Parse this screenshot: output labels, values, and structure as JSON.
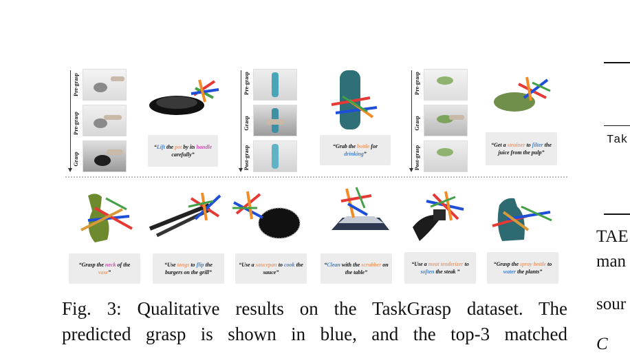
{
  "figure": {
    "stage_labels": {
      "pot": [
        "Pre-grasp",
        "Pre-grasp",
        "Grasp"
      ],
      "bottle": [
        "Pre-grasp",
        "Grasp",
        "Post-grasp"
      ],
      "strainer": [
        "Pre-grasp",
        "Grasp",
        "Post-grasp"
      ]
    },
    "captions_top": [
      {
        "parts": [
          {
            "t": "“"
          },
          {
            "t": "Lift",
            "c": "blue"
          },
          {
            "t": " the "
          },
          {
            "t": "pot",
            "c": "orange"
          },
          {
            "t": " by its "
          },
          {
            "t": "handle",
            "c": "pink"
          },
          {
            "t": " carefully”"
          }
        ]
      },
      {
        "parts": [
          {
            "t": "“Grab the "
          },
          {
            "t": "bottle",
            "c": "orange"
          },
          {
            "t": " for "
          },
          {
            "t": "drinking",
            "c": "blue"
          },
          {
            "t": "”"
          }
        ]
      },
      {
        "parts": [
          {
            "t": "“Get a "
          },
          {
            "t": "strainer",
            "c": "orange"
          },
          {
            "t": " to "
          },
          {
            "t": "filter",
            "c": "blue"
          },
          {
            "t": " the juice from the pulp”"
          }
        ]
      }
    ],
    "captions_bottom": [
      {
        "parts": [
          {
            "t": "“Grasp the "
          },
          {
            "t": "neck",
            "c": "pink"
          },
          {
            "t": " of the "
          },
          {
            "t": "vase",
            "c": "orange"
          },
          {
            "t": "”"
          }
        ]
      },
      {
        "parts": [
          {
            "t": "“Use "
          },
          {
            "t": "tongs",
            "c": "orange"
          },
          {
            "t": " to "
          },
          {
            "t": "flip",
            "c": "blue"
          },
          {
            "t": " the burgers on the grill”"
          }
        ]
      },
      {
        "parts": [
          {
            "t": "“Use a "
          },
          {
            "t": "saucepan",
            "c": "orange"
          },
          {
            "t": " to "
          },
          {
            "t": "cook",
            "c": "blue"
          },
          {
            "t": " the sauce”"
          }
        ]
      },
      {
        "parts": [
          {
            "t": "“"
          },
          {
            "t": "Clean",
            "c": "blue"
          },
          {
            "t": " with the "
          },
          {
            "t": "scrubber",
            "c": "orange"
          },
          {
            "t": " on the table”"
          }
        ]
      },
      {
        "parts": [
          {
            "t": "“Use a "
          },
          {
            "t": "meat tenderizer",
            "c": "orange"
          },
          {
            "t": " to "
          },
          {
            "t": "soften",
            "c": "blue"
          },
          {
            "t": " the steak ”"
          }
        ]
      },
      {
        "parts": [
          {
            "t": "“Grasp the "
          },
          {
            "t": "spray bottle",
            "c": "orange"
          },
          {
            "t": " to "
          },
          {
            "t": "water",
            "c": "blue"
          },
          {
            "t": " the plants”"
          }
        ]
      }
    ],
    "colors": {
      "pink": "#d44db5",
      "orange": "#ef9d6b",
      "blue": "#3f83d6"
    }
  },
  "caption": {
    "line1": "Fig. 3: Qualitative results on the TaskGrasp dataset. The",
    "line2": "predicted grasp is shown in blue, and the top-3 matched"
  },
  "right_column": {
    "frag1": "Tak",
    "frag2": "TAE",
    "frag3": "man",
    "frag4": "sour",
    "frag5": "C"
  }
}
